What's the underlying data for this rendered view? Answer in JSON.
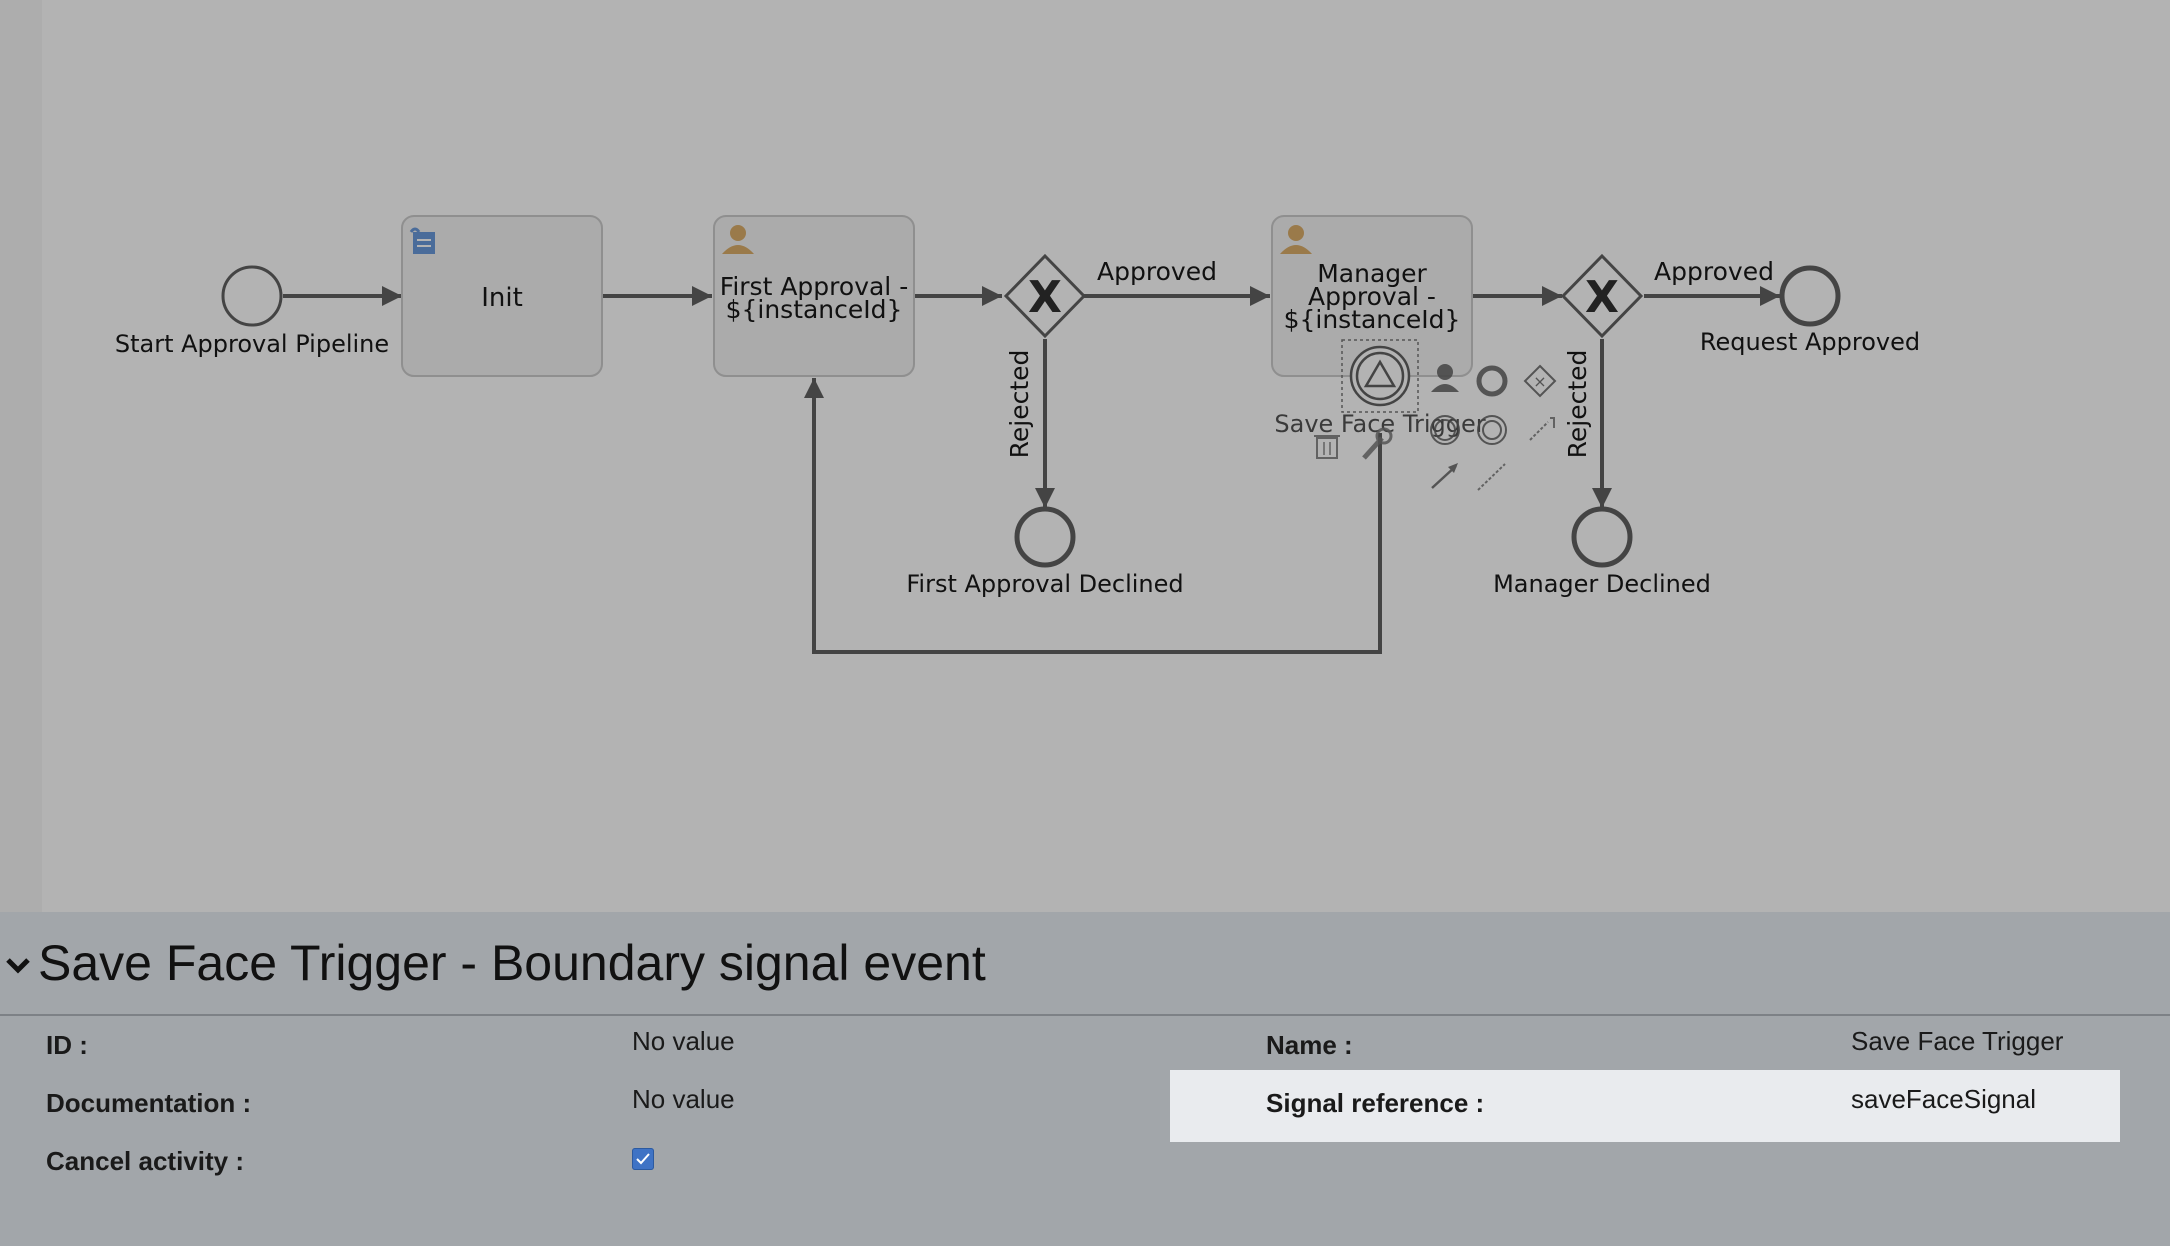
{
  "diagram": {
    "start_event": "Start Approval Pipeline",
    "task_init": "Init",
    "task_first_line1": "First Approval -",
    "task_first_line2": "${instanceId}",
    "task_manager_line1": "Manager",
    "task_manager_line2": "Approval -",
    "task_manager_line3": "${instanceId}",
    "gateway_label": "X",
    "flow_approved_1": "Approved",
    "flow_approved_2": "Approved",
    "flow_rejected_1": "Rejected",
    "flow_rejected_2": "Rejected",
    "end_first_declined": "First Approval Declined",
    "end_manager_declined": "Manager Declined",
    "end_request_approved": "Request Approved",
    "boundary_event": "Save Face Trigger"
  },
  "panel": {
    "title": "Save Face Trigger - Boundary signal event",
    "id_label": "ID :",
    "id_value": "No value",
    "documentation_label": "Documentation :",
    "documentation_value": "No value",
    "cancel_activity_label": "Cancel activity :",
    "cancel_activity_checked": true,
    "name_label": "Name :",
    "name_value": "Save Face Trigger",
    "signal_reference_label": "Signal reference :",
    "signal_reference_value": "saveFaceSignal"
  },
  "colors": {
    "canvas": "#b3b3b3",
    "panel": "#a2a6aa",
    "stroke": "#444444",
    "task_fill": "#ababab",
    "user_icon": "#9a7a4a",
    "script_icon": "#4a6c9a",
    "checkbox": "#3f73c5",
    "highlight_row": "#e9ebee"
  }
}
